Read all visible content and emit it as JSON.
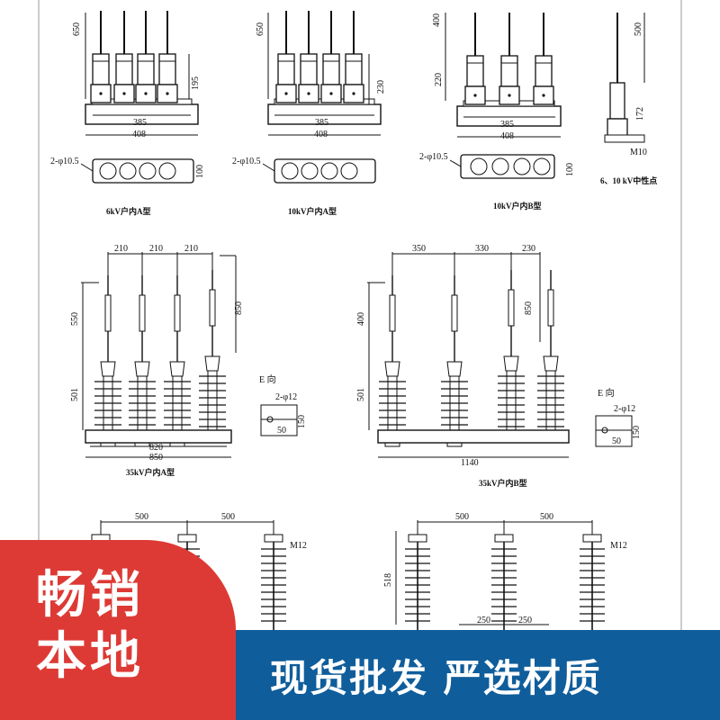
{
  "top_row": {
    "left": {
      "dims": [
        "650",
        "195",
        "385",
        "408",
        "100",
        "2-φ10.5"
      ],
      "caption": "6kV户内A型"
    },
    "middle": {
      "dims": [
        "650",
        "230",
        "385",
        "408",
        "2-φ10.5"
      ],
      "caption": "10kV户内A型"
    },
    "right": {
      "dims": [
        "400",
        "220",
        "385",
        "408",
        "100",
        "2-φ10.5"
      ],
      "caption": "10kV户内B型"
    },
    "neutral": {
      "dims": [
        "500",
        "172",
        "M10"
      ],
      "caption": "6、10 kV中性点"
    }
  },
  "middle_row": {
    "left": {
      "spacing": [
        "210",
        "210",
        "210"
      ],
      "dims": [
        "550",
        "850",
        "501",
        "820",
        "850"
      ],
      "e_view": {
        "title": "E 向",
        "hole": "2-φ12",
        "w": "50",
        "h": "150"
      },
      "caption": "35kV户内A型"
    },
    "right": {
      "spacing": [
        "350",
        "330",
        "230"
      ],
      "dims": [
        "400",
        "850",
        "501",
        "1140"
      ],
      "e_view": {
        "title": "E 向",
        "hole": "2-φ12",
        "w": "50",
        "h": "150"
      },
      "caption": "35kV户内B型"
    }
  },
  "bottom_row": {
    "left": {
      "spacing": [
        "500",
        "500"
      ],
      "bolt": "M12"
    },
    "right": {
      "spacing": [
        "500",
        "500"
      ],
      "bolt": "M12",
      "height": "518",
      "base": [
        "250",
        "250"
      ]
    }
  },
  "banner": {
    "badge_line_1": "畅销",
    "badge_line_2": "本地",
    "slogan": "现货批发  严选材质",
    "colors": {
      "badge": "#dd3a35",
      "bar": "#0f5d9b",
      "text": "#ffffff"
    }
  }
}
